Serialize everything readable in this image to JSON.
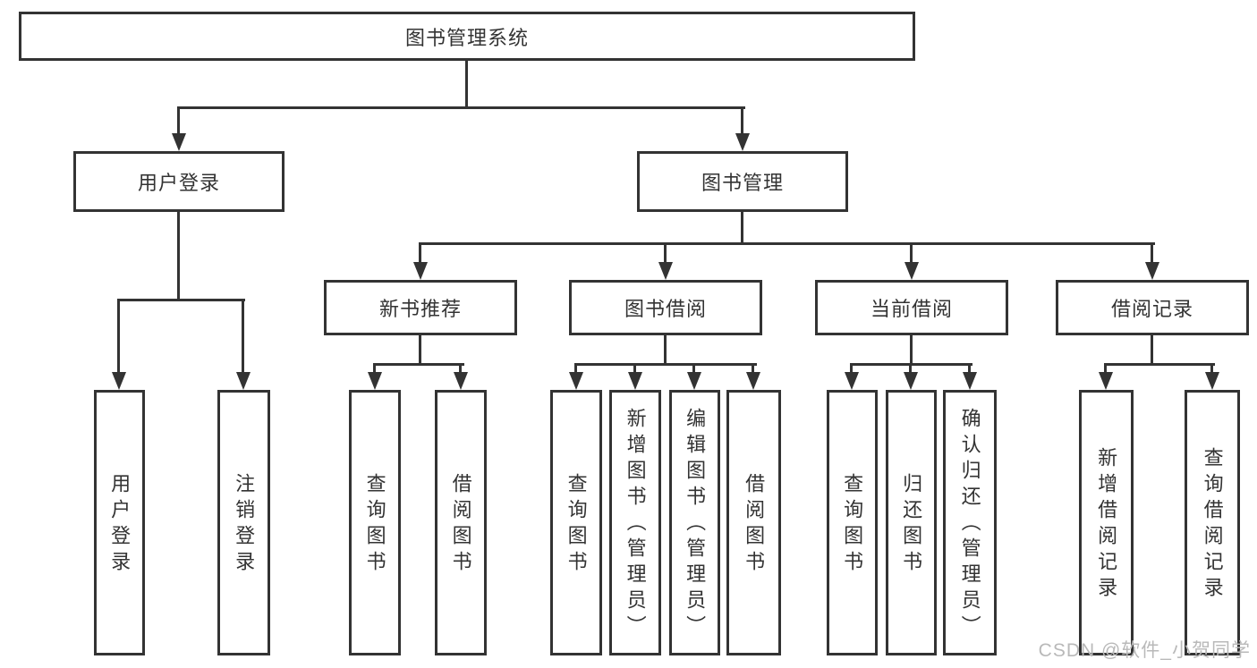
{
  "diagram_title": "图书管理系统",
  "tree": {
    "label": "图书管理系统",
    "children": [
      {
        "label": "用户登录",
        "children": [
          {
            "label": "用户登录"
          },
          {
            "label": "注销登录"
          }
        ]
      },
      {
        "label": "图书管理",
        "children": [
          {
            "label": "新书推荐",
            "children": [
              {
                "label": "查询图书"
              },
              {
                "label": "借阅图书"
              }
            ]
          },
          {
            "label": "图书借阅",
            "children": [
              {
                "label": "查询图书"
              },
              {
                "label": "新增图书（管理员）"
              },
              {
                "label": "编辑图书（管理员）"
              },
              {
                "label": "借阅图书"
              }
            ]
          },
          {
            "label": "当前借阅",
            "children": [
              {
                "label": "查询图书"
              },
              {
                "label": "归还图书"
              },
              {
                "label": "确认归还（管理员）"
              }
            ]
          },
          {
            "label": "借阅记录",
            "children": [
              {
                "label": "新增借阅记录"
              },
              {
                "label": "查询借阅记录"
              }
            ]
          }
        ]
      }
    ]
  },
  "watermark": "CSDN @软件_小贺同学",
  "colors": {
    "line": "#333333",
    "text": "#333333",
    "watermark": "#b9b9b9",
    "background": "#ffffff"
  }
}
